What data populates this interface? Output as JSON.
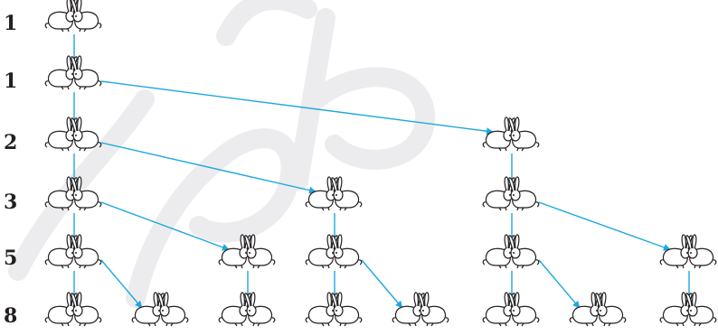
{
  "generation_counts": [
    "1",
    "1",
    "2",
    "3",
    "5",
    "8"
  ],
  "colors": {
    "arrow": "#1ba8e0",
    "rabbit_outline": "#231f20",
    "label": "#231f20",
    "watermark": "#e8e8ea"
  },
  "icons": {
    "pair": "rabbit-pair-icon"
  },
  "nodes": [
    {
      "id": "a0",
      "gen": 0
    },
    {
      "id": "a1",
      "gen": 1
    },
    {
      "id": "a2",
      "gen": 2
    },
    {
      "id": "b2",
      "gen": 2
    },
    {
      "id": "a3",
      "gen": 3
    },
    {
      "id": "c3",
      "gen": 3
    },
    {
      "id": "b3",
      "gen": 3
    },
    {
      "id": "a4",
      "gen": 4
    },
    {
      "id": "d4",
      "gen": 4
    },
    {
      "id": "c4",
      "gen": 4
    },
    {
      "id": "b4",
      "gen": 4
    },
    {
      "id": "e4",
      "gen": 4
    },
    {
      "id": "a5",
      "gen": 5
    },
    {
      "id": "f5",
      "gen": 5
    },
    {
      "id": "d5",
      "gen": 5
    },
    {
      "id": "c5",
      "gen": 5
    },
    {
      "id": "g5",
      "gen": 5
    },
    {
      "id": "b5",
      "gen": 5
    },
    {
      "id": "h5",
      "gen": 5
    },
    {
      "id": "e5",
      "gen": 5
    }
  ],
  "edges": [
    [
      "a0",
      "a1"
    ],
    [
      "a1",
      "a2"
    ],
    [
      "a1",
      "b2"
    ],
    [
      "a2",
      "a3"
    ],
    [
      "a2",
      "c3"
    ],
    [
      "b2",
      "b3"
    ],
    [
      "a3",
      "a4"
    ],
    [
      "a3",
      "d4"
    ],
    [
      "c3",
      "c4"
    ],
    [
      "b3",
      "b4"
    ],
    [
      "b3",
      "e4"
    ],
    [
      "a4",
      "a5"
    ],
    [
      "a4",
      "f5"
    ],
    [
      "d4",
      "d5"
    ],
    [
      "c4",
      "c5"
    ],
    [
      "c4",
      "g5"
    ],
    [
      "b4",
      "b5"
    ],
    [
      "b4",
      "h5"
    ],
    [
      "e4",
      "e5"
    ]
  ]
}
